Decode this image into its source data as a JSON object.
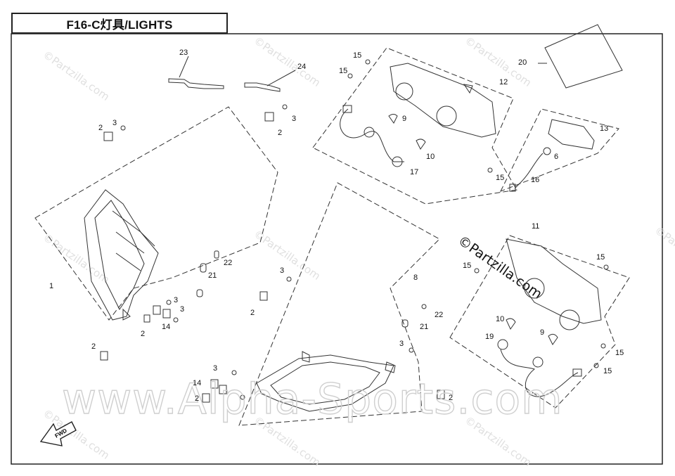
{
  "title": "F16-C灯具/LIGHTS",
  "watermark_small": "©Partzilla.com",
  "watermark_large": "www.Alpha-Sports.com",
  "fwd_label": "FWD",
  "callouts": {
    "c1": "1",
    "c2a": "2",
    "c2b": "2",
    "c2c": "2",
    "c2d": "2",
    "c2e": "2",
    "c2f": "2",
    "c2g": "2",
    "c3a": "3",
    "c3b": "3",
    "c3c": "3",
    "c3d": "3",
    "c3e": "3",
    "c3f": "3",
    "c3g": "3",
    "c6": "6",
    "c8": "8",
    "c9a": "9",
    "c9b": "9",
    "c10a": "10",
    "c10b": "10",
    "c11": "11",
    "c12": "12",
    "c13": "13",
    "c14a": "14",
    "c14b": "14",
    "c15a": "15",
    "c15b": "15",
    "c15c": "15",
    "c15d": "15",
    "c15e": "15",
    "c15f": "15",
    "c15g": "15",
    "c16": "16",
    "c17": "17",
    "c19": "19",
    "c20": "20",
    "c21a": "21",
    "c21b": "21",
    "c22a": "22",
    "c22b": "22",
    "c23": "23",
    "c24": "24"
  }
}
